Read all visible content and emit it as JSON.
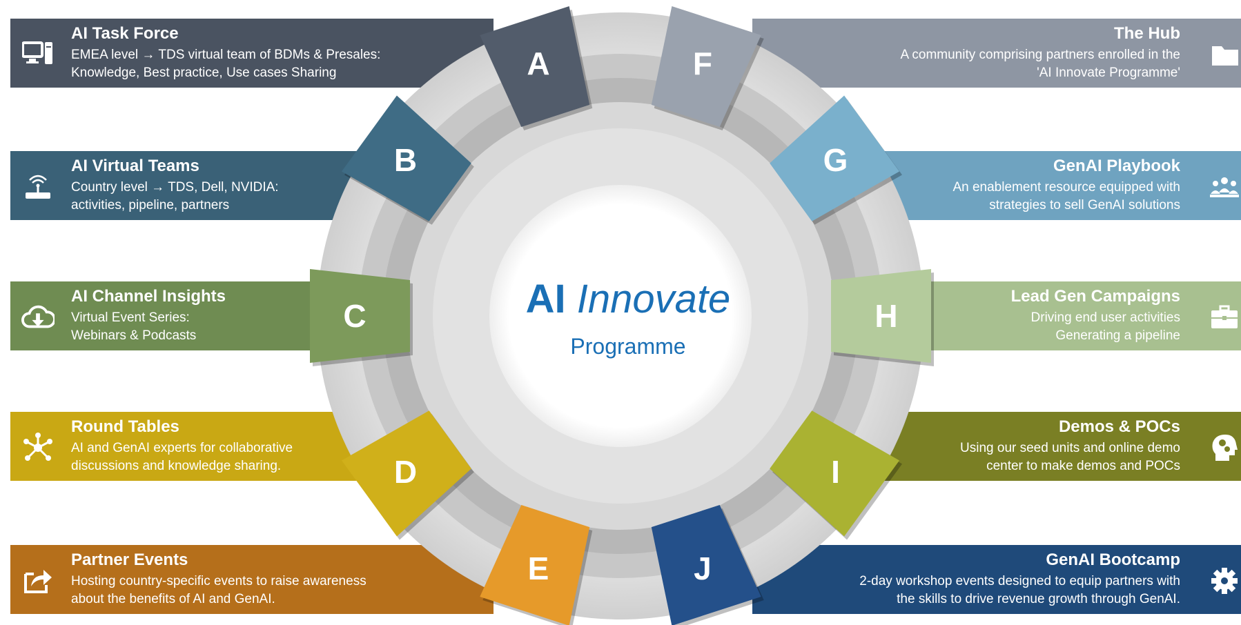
{
  "center": {
    "title_bold": "AI",
    "title_italic": "Innovate",
    "subtitle": "Programme"
  },
  "items": [
    {
      "letter": "A",
      "title": "AI Task Force",
      "desc": "EMEA level → TDS virtual team of BDMs & Presales:\nKnowledge, Best practice, Use cases Sharing",
      "color": "#4a5361",
      "icon": "computer-icon"
    },
    {
      "letter": "B",
      "title": "AI Virtual Teams",
      "desc": "Country level → TDS, Dell, NVIDIA:\nactivities, pipeline, partners",
      "color": "#3a6177",
      "icon": "router-icon"
    },
    {
      "letter": "C",
      "title": "AI Channel Insights",
      "desc": "Virtual Event Series:\nWebinars & Podcasts",
      "color": "#6f8c52",
      "icon": "cloud-download-icon"
    },
    {
      "letter": "D",
      "title": "Round Tables",
      "desc": "AI and GenAI experts for collaborative\ndiscussions and knowledge sharing.",
      "color": "#c9a814",
      "icon": "network-icon"
    },
    {
      "letter": "E",
      "title": "Partner Events",
      "desc": "Hosting country-specific events to raise awareness\nabout the benefits of AI and GenAI.",
      "color": "#b56f1b",
      "icon": "share-icon"
    },
    {
      "letter": "F",
      "title": "The Hub",
      "desc": "A community comprising partners enrolled in the\n'AI Innovate Programme'",
      "color": "#8e96a3",
      "icon": "folder-icon"
    },
    {
      "letter": "G",
      "title": "GenAI Playbook",
      "desc": "An enablement resource equipped with\nstrategies to sell GenAI solutions",
      "color": "#6fa3c0",
      "icon": "people-icon"
    },
    {
      "letter": "H",
      "title": "Lead Gen Campaigns",
      "desc": "Driving end user activities\nGenerating  a pipeline",
      "color": "#a8c090",
      "icon": "briefcase-icon"
    },
    {
      "letter": "I",
      "title": "Demos & POCs",
      "desc": "Using our seed units and online demo\ncenter to make demos and POCs",
      "color": "#7a7f24",
      "icon": "head-gears-icon"
    },
    {
      "letter": "J",
      "title": "GenAI Bootcamp",
      "desc": "2-day workshop events designed to equip partners with\nthe skills to drive revenue growth through GenAI.",
      "color": "#1f4a7a",
      "icon": "gear-icon"
    }
  ],
  "tab_colors": [
    "#525c6b",
    "#3f6c85",
    "#7d9a5b",
    "#d0b01a",
    "#e69a2a",
    "#9aa2ae",
    "#7ab0cc",
    "#b4cb9c",
    "#aab232",
    "#24508a"
  ]
}
